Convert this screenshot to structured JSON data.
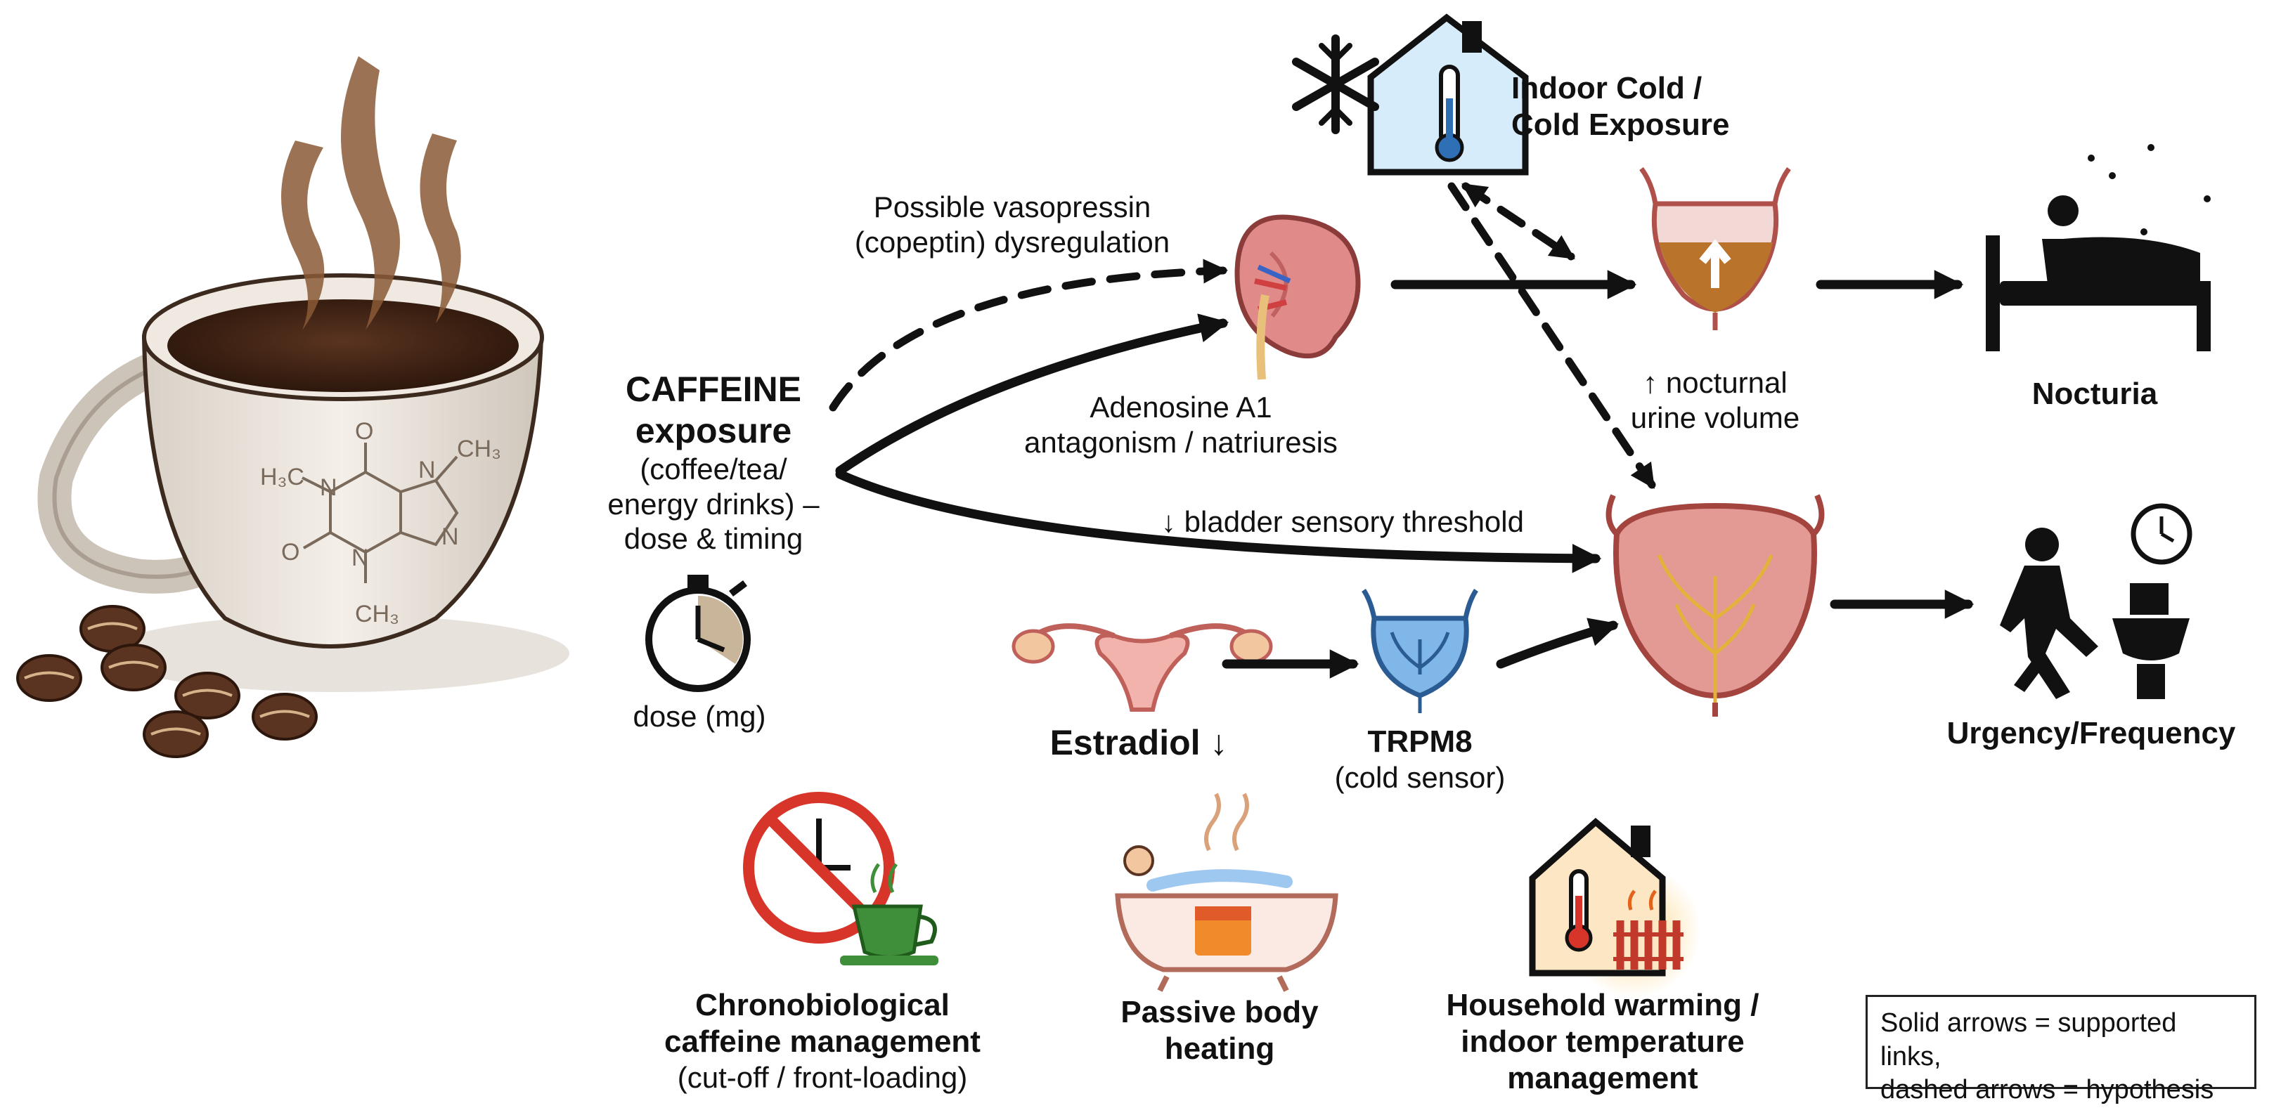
{
  "nodes": {
    "caffeine": {
      "title_line1": "CAFFEINE",
      "title_line2": "exposure",
      "detail_lines": [
        "(coffee/tea/",
        "energy drinks) –",
        "dose & timing"
      ]
    },
    "dose": {
      "label": "dose (mg)"
    },
    "cold": {
      "lines": [
        "Indoor Cold /",
        "Cold Exposure"
      ]
    },
    "nocturnal_volume": {
      "lines": [
        "↑ nocturnal",
        "urine volume"
      ]
    },
    "nocturia": {
      "label": "Nocturia"
    },
    "estradiol": {
      "label": "Estradiol ↓"
    },
    "trpm8": {
      "title": "TRPM8",
      "subtitle": "(cold sensor)"
    },
    "urgency": {
      "label": "Urgency/Frequency"
    }
  },
  "edges": {
    "vasopressin": {
      "lines": [
        "Possible vasopressin",
        "(copeptin) dysregulation"
      ],
      "style": "dashed"
    },
    "adenosine": {
      "lines": [
        "Adenosine A1",
        "antagonism / natriuresis"
      ],
      "style": "solid"
    },
    "bladder_threshold": {
      "label": "↓ bladder sensory threshold",
      "style": "solid"
    }
  },
  "interventions": [
    {
      "lines": [
        "Chronobiological",
        "caffeine management"
      ],
      "sub": "(cut-off / front-loading)",
      "icon": "no-late-coffee-icon"
    },
    {
      "lines": [
        "Passive body",
        "heating"
      ],
      "sub": "",
      "icon": "bathtub-icon"
    },
    {
      "lines": [
        "Household warming /",
        "indoor temperature",
        "management"
      ],
      "sub": "",
      "icon": "warm-house-icon"
    }
  ],
  "legend": {
    "line1": "Solid arrows = supported links,",
    "line2": "dashed arrows = hypothesis"
  },
  "colors": {
    "arrow": "#111111",
    "kidney": "#e08a8a",
    "bladder": "#e39a94",
    "trpm8": "#7fb7e8",
    "coffee": "#4a2a18",
    "cup": "#efe9e2",
    "no_sign": "#d8352a",
    "cup_green": "#3f8f3a",
    "warm": "#f4a33a"
  }
}
